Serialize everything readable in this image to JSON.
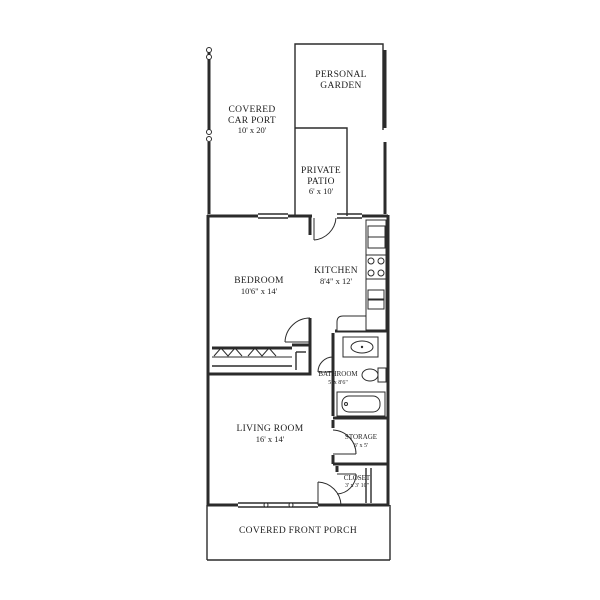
{
  "rooms": {
    "personal_garden": {
      "name_line1": "PERSONAL",
      "name_line2": "GARDEN"
    },
    "carport": {
      "name_line1": "COVERED",
      "name_line2": "CAR PORT",
      "dim": "10' x 20'"
    },
    "patio": {
      "name_line1": "PRIVATE",
      "name_line2": "PATIO",
      "dim": "6' x 10'"
    },
    "bedroom": {
      "name": "BEDROOM",
      "dim": "10'6\" x 14'"
    },
    "kitchen": {
      "name": "KITCHEN",
      "dim": "8'4\" x 12'"
    },
    "bathroom": {
      "name": "BATHROOM",
      "dim": "5' x 8'6\""
    },
    "living_room": {
      "name": "LIVING ROOM",
      "dim": "16' x 14'"
    },
    "storage": {
      "name": "STORAGE",
      "dim": "3' x 5'"
    },
    "closet": {
      "name": "CLOSET",
      "dim": "3' x 3' 10\""
    },
    "front_porch": {
      "name": "COVERED FRONT PORCH"
    }
  },
  "colors": {
    "wall": "#2b2b2b",
    "background": "#ffffff"
  }
}
